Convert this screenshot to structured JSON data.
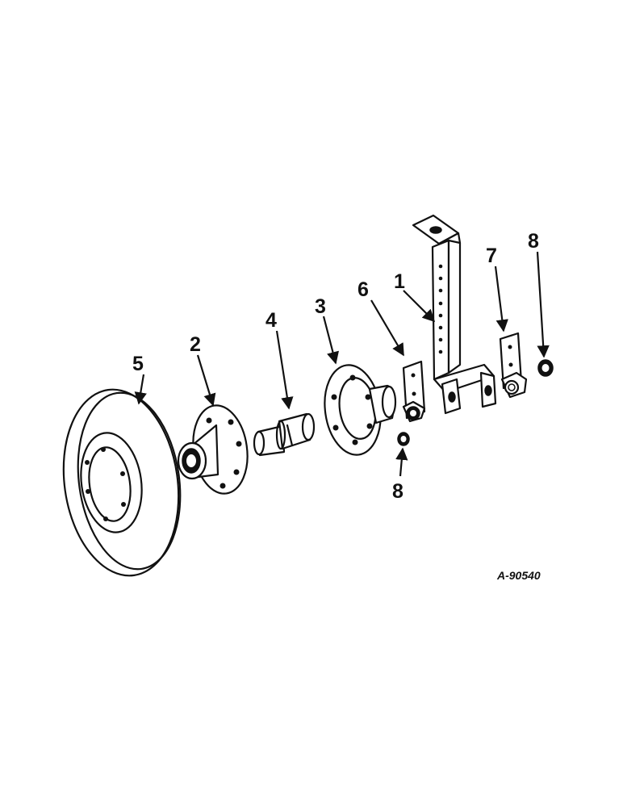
{
  "diagram": {
    "reference_code": "A-90540",
    "callouts": [
      {
        "id": "callout-1",
        "label": "1"
      },
      {
        "id": "callout-2",
        "label": "2"
      },
      {
        "id": "callout-3",
        "label": "3"
      },
      {
        "id": "callout-4",
        "label": "4"
      },
      {
        "id": "callout-5",
        "label": "5"
      },
      {
        "id": "callout-6",
        "label": "6"
      },
      {
        "id": "callout-7",
        "label": "7"
      },
      {
        "id": "callout-8a",
        "label": "8"
      },
      {
        "id": "callout-8b",
        "label": "8"
      }
    ]
  }
}
